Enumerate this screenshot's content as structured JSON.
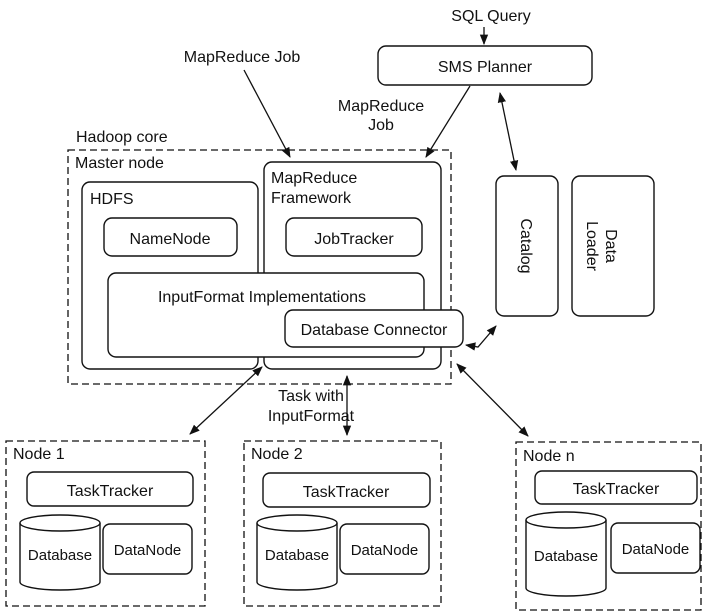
{
  "labels": {
    "sql_query": "SQL Query",
    "sms_planner": "SMS Planner",
    "mapreduce_job_top": "MapReduce Job",
    "mapreduce_job_side_1": "MapReduce",
    "mapreduce_job_side_2": "Job",
    "hadoop_core": "Hadoop core",
    "master_node": "Master node",
    "hdfs": "HDFS",
    "namenode": "NameNode",
    "mapreduce_framework_1": "MapReduce",
    "mapreduce_framework_2": "Framework",
    "jobtracker": "JobTracker",
    "inputformat_implementations": "InputFormat Implementations",
    "database_connector": "Database Connector",
    "catalog": "Catalog",
    "data_loader_1": "Data",
    "data_loader_2": "Loader",
    "task_with_1": "Task with",
    "task_with_2": "InputFormat"
  },
  "nodes": [
    {
      "title": "Node 1",
      "tasktracker": "TaskTracker",
      "database": "Database",
      "datanode": "DataNode"
    },
    {
      "title": "Node 2",
      "tasktracker": "TaskTracker",
      "database": "Database",
      "datanode": "DataNode"
    },
    {
      "title": "Node n",
      "tasktracker": "TaskTracker",
      "database": "Database",
      "datanode": "DataNode"
    }
  ]
}
